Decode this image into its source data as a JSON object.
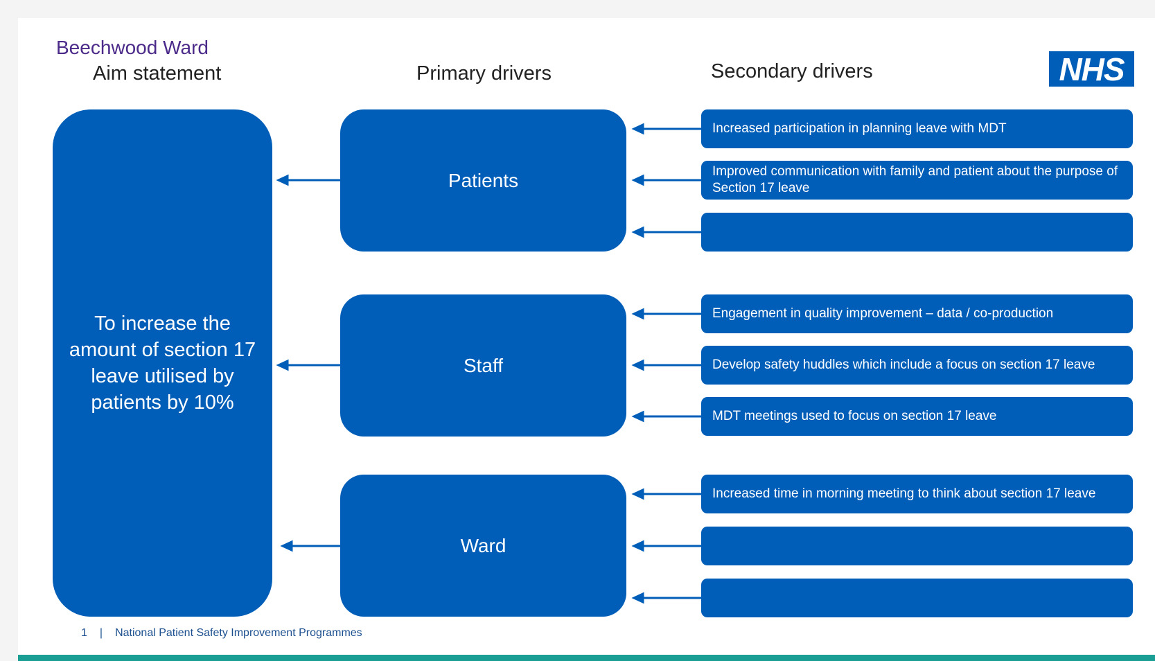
{
  "header": {
    "ward_title": "Beechwood Ward",
    "aim_heading": "Aim statement",
    "primary_heading": "Primary drivers",
    "secondary_heading": "Secondary drivers",
    "logo_text": "NHS"
  },
  "aim": {
    "text": "To increase the amount of section 17 leave utilised by patients by 10%"
  },
  "primary_drivers": [
    {
      "label": "Patients"
    },
    {
      "label": "Staff"
    },
    {
      "label": "Ward"
    }
  ],
  "secondary_drivers": [
    {
      "text": "Increased participation in planning  leave with MDT"
    },
    {
      "text": "Improved communication  with family and patient about the purpose of Section 17 leave"
    },
    {
      "text": ""
    },
    {
      "text": "Engagement  in quality improvement  – data / co-production"
    },
    {
      "text": "Develop safety huddles  which include  a focus on section 17 leave"
    },
    {
      "text": "MDT meetings used to focus on section 17 leave"
    },
    {
      "text": "Increased time in morning  meeting to think about section 17 leave"
    },
    {
      "text": ""
    },
    {
      "text": ""
    }
  ],
  "footer": {
    "page_number": "1",
    "separator": "|",
    "programme": "National  Patient  Safety Improvement  Programmes"
  },
  "colors": {
    "nhs_blue": "#005eb8",
    "title_purple": "#4b2a8a",
    "footer_teal": "#1a9e94"
  }
}
